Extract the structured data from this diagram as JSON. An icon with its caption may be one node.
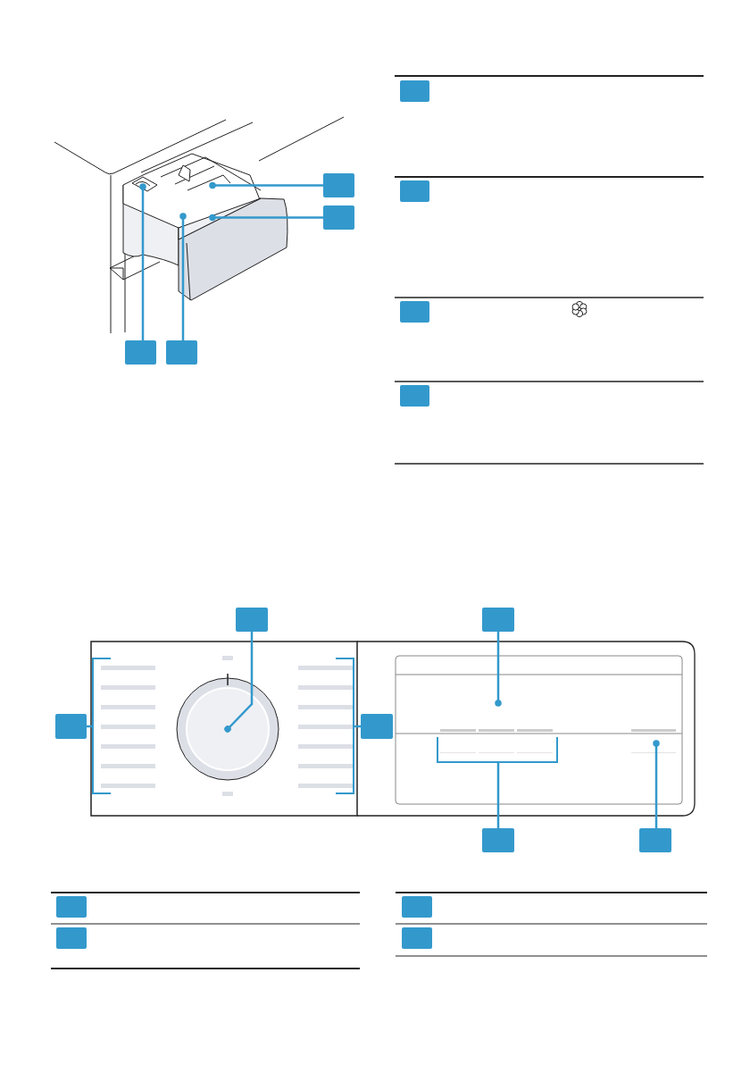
{
  "diagram": {
    "nodes": [
      {
        "text": [],
        "shape": "box"
      },
      {
        "text": [],
        "shape": "box"
      },
      {
        "text": [],
        "shape": "box"
      },
      {
        "text": [],
        "shape": "box"
      },
      {
        "text": [],
        "shape": "box"
      },
      {
        "text": [],
        "shape": "box"
      },
      {
        "text": [],
        "shape": "box"
      },
      {
        "text": [],
        "shape": "box"
      },
      {
        "text": [],
        "shape": "box"
      },
      {
        "text": [],
        "shape": "box"
      },
      {
        "text": [],
        "shape": "box"
      },
      {
        "text": [],
        "shape": "box"
      },
      {
        "text": [],
        "shape": "box"
      },
      {
        "text": [],
        "shape": "box"
      },
      {
        "text": [],
        "shape": "box"
      },
      {
        "text": [],
        "shape": "box"
      },
      {
        "text": [],
        "shape": "box"
      },
      {
        "text": [],
        "shape": "box"
      },
      {
        "text": [],
        "shape": "bracket"
      },
      {
        "text": [],
        "shape": "bracket"
      },
      {
        "text": [],
        "shape": "bracket"
      }
    ],
    "edges": [
      {
        "from": 0,
        "to": null,
        "arrow": "other"
      },
      {
        "from": 1,
        "to": null,
        "arrow": "other"
      },
      {
        "from": 2,
        "to": null,
        "arrow": "other"
      },
      {
        "from": 3,
        "to": null,
        "arrow": "other"
      },
      {
        "from": 8,
        "to": null,
        "arrow": "other"
      },
      {
        "from": 9,
        "to": null,
        "arrow": "other"
      },
      {
        "from": 10,
        "to": 18,
        "arrow": "none"
      },
      {
        "from": 11,
        "to": 19,
        "arrow": "none"
      },
      {
        "from": 12,
        "to": 20,
        "arrow": "none"
      },
      {
        "from": 13,
        "to": null,
        "arrow": "other"
      }
    ]
  }
}
